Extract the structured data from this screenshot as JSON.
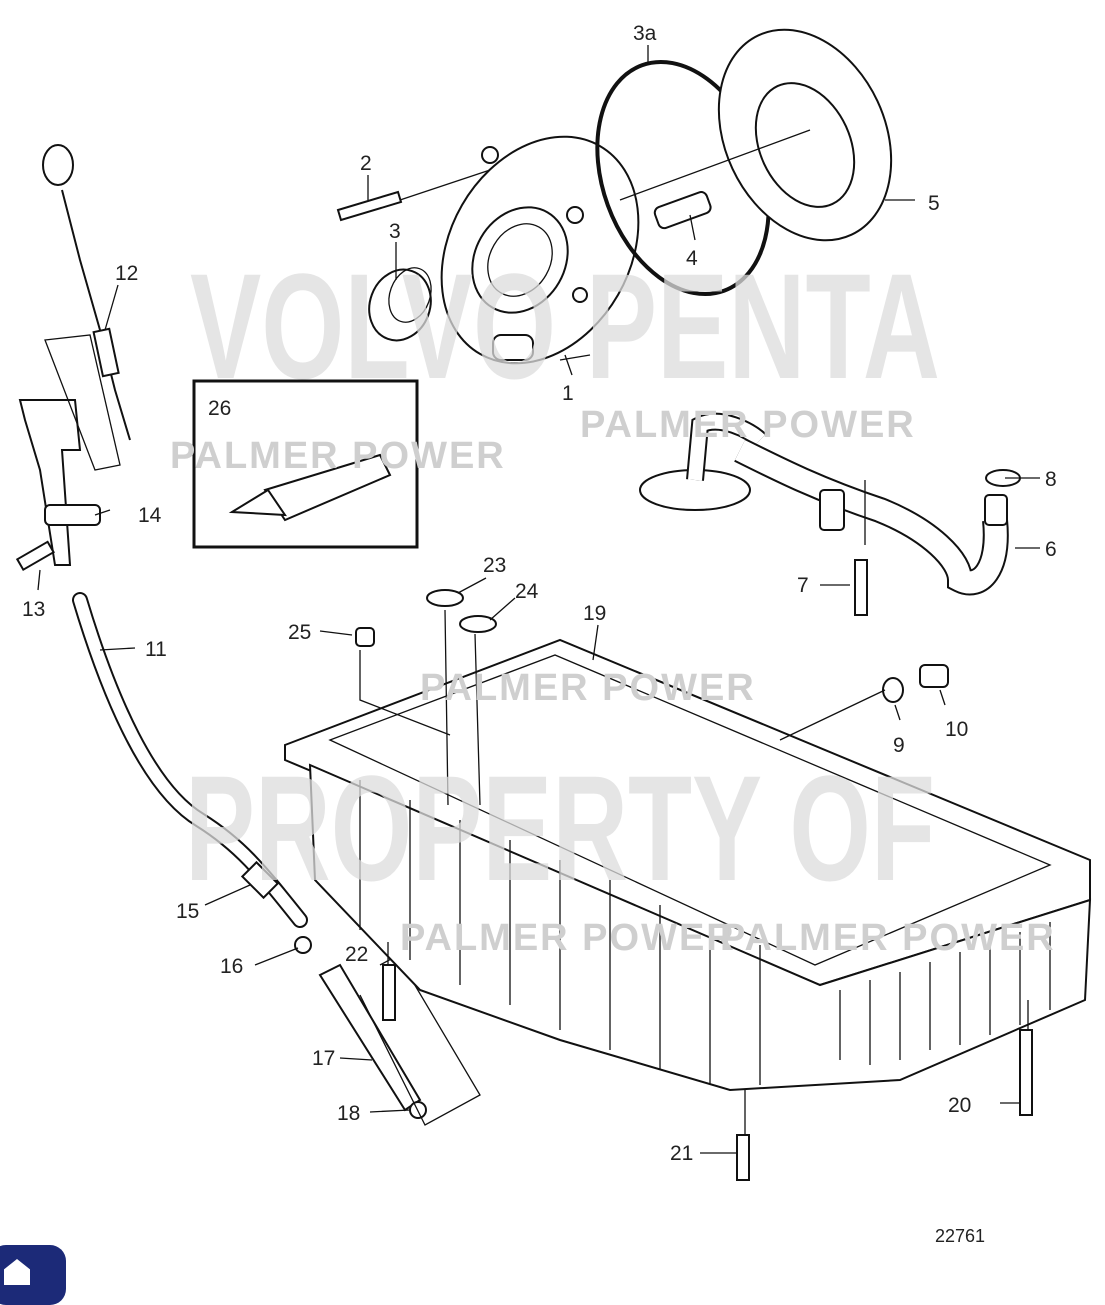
{
  "diagram": {
    "figure_number": "22761",
    "watermarks": {
      "dealer": "PALMER POWER",
      "line1": "PROPERTY OF",
      "line2": "VOLVO PENTA"
    },
    "callouts": {
      "p1": "1",
      "p2": "2",
      "p3": "3",
      "p3a": "3a",
      "p4": "4",
      "p5": "5",
      "p6": "6",
      "p7": "7",
      "p8": "8",
      "p9": "9",
      "p10": "10",
      "p11": "11",
      "p12": "12",
      "p13": "13",
      "p14": "14",
      "p15": "15",
      "p16": "16",
      "p17": "17",
      "p18": "18",
      "p19": "19",
      "p20": "20",
      "p21": "21",
      "p22": "22",
      "p23": "23",
      "p24": "24",
      "p25": "25",
      "p26": "26"
    }
  },
  "colors": {
    "chat_button": "#1c2a78"
  }
}
